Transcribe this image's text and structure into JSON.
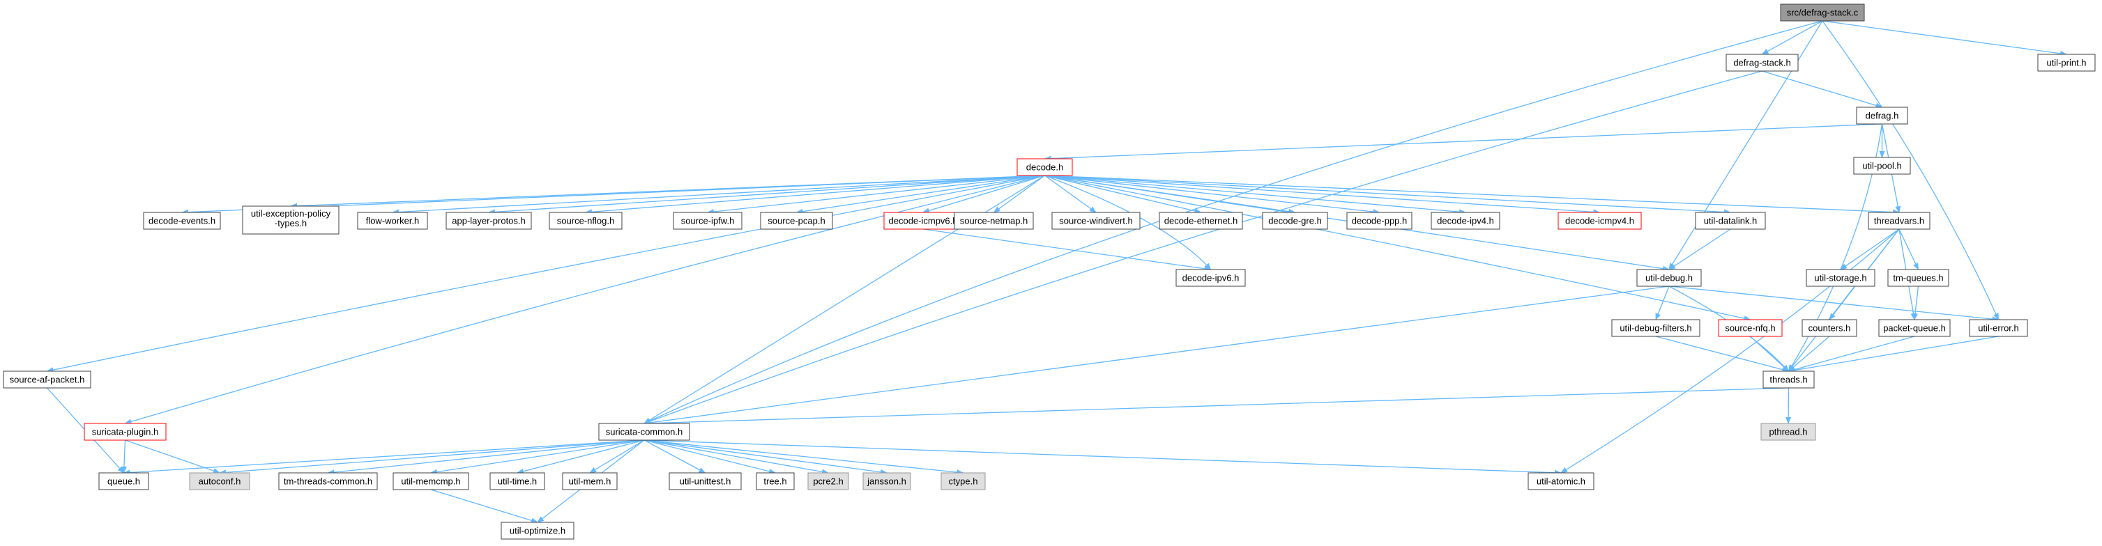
{
  "colors": {
    "edge": "#63b8ff",
    "node_border": "#404040",
    "root_fill": "#999999",
    "missing_fill": "#e0e0e0",
    "truncated_border": "#ff0000",
    "node_fill": "#ffffff",
    "text": "#000000"
  },
  "nodes": {
    "src_defrag_stack_c": "src/defrag-stack.c",
    "defrag_stack_h": "defrag-stack.h",
    "util_print_h": "util-print.h",
    "defrag_h": "defrag.h",
    "decode_h": "decode.h",
    "util_pool_h": "util-pool.h",
    "decode_events_h": "decode-events.h",
    "util_exception_policy_types_h": "util-exception-policy\n-types.h",
    "flow_worker_h": "flow-worker.h",
    "app_layer_protos_h": "app-layer-protos.h",
    "source_nflog_h": "source-nflog.h",
    "source_ipfw_h": "source-ipfw.h",
    "source_pcap_h": "source-pcap.h",
    "decode_icmpv6_h": "decode-icmpv6.h",
    "source_netmap_h": "source-netmap.h",
    "source_windivert_h": "source-windivert.h",
    "decode_ethernet_h": "decode-ethernet.h",
    "decode_gre_h": "decode-gre.h",
    "decode_ppp_h": "decode-ppp.h",
    "decode_ipv4_h": "decode-ipv4.h",
    "decode_icmpv4_h": "decode-icmpv4.h",
    "util_datalink_h": "util-datalink.h",
    "threadvars_h": "threadvars.h",
    "decode_ipv6_h": "decode-ipv6.h",
    "util_debug_h": "util-debug.h",
    "util_storage_h": "util-storage.h",
    "tm_queues_h": "tm-queues.h",
    "util_debug_filters_h": "util-debug-filters.h",
    "source_nfq_h": "source-nfq.h",
    "counters_h": "counters.h",
    "packet_queue_h": "packet-queue.h",
    "util_error_h": "util-error.h",
    "source_af_packet_h": "source-af-packet.h",
    "threads_h": "threads.h",
    "suricata_plugin_h": "suricata-plugin.h",
    "suricata_common_h": "suricata-common.h",
    "pthread_h": "pthread.h",
    "queue_h": "queue.h",
    "autoconf_h": "autoconf.h",
    "tm_threads_common_h": "tm-threads-common.h",
    "util_memcmp_h": "util-memcmp.h",
    "util_time_h": "util-time.h",
    "util_mem_h": "util-mem.h",
    "util_unittest_h": "util-unittest.h",
    "tree_h": "tree.h",
    "pcre2_h": "pcre2.h",
    "jansson_h": "jansson.h",
    "ctype_h": "ctype.h",
    "util_atomic_h": "util-atomic.h",
    "util_optimize_h": "util-optimize.h"
  }
}
